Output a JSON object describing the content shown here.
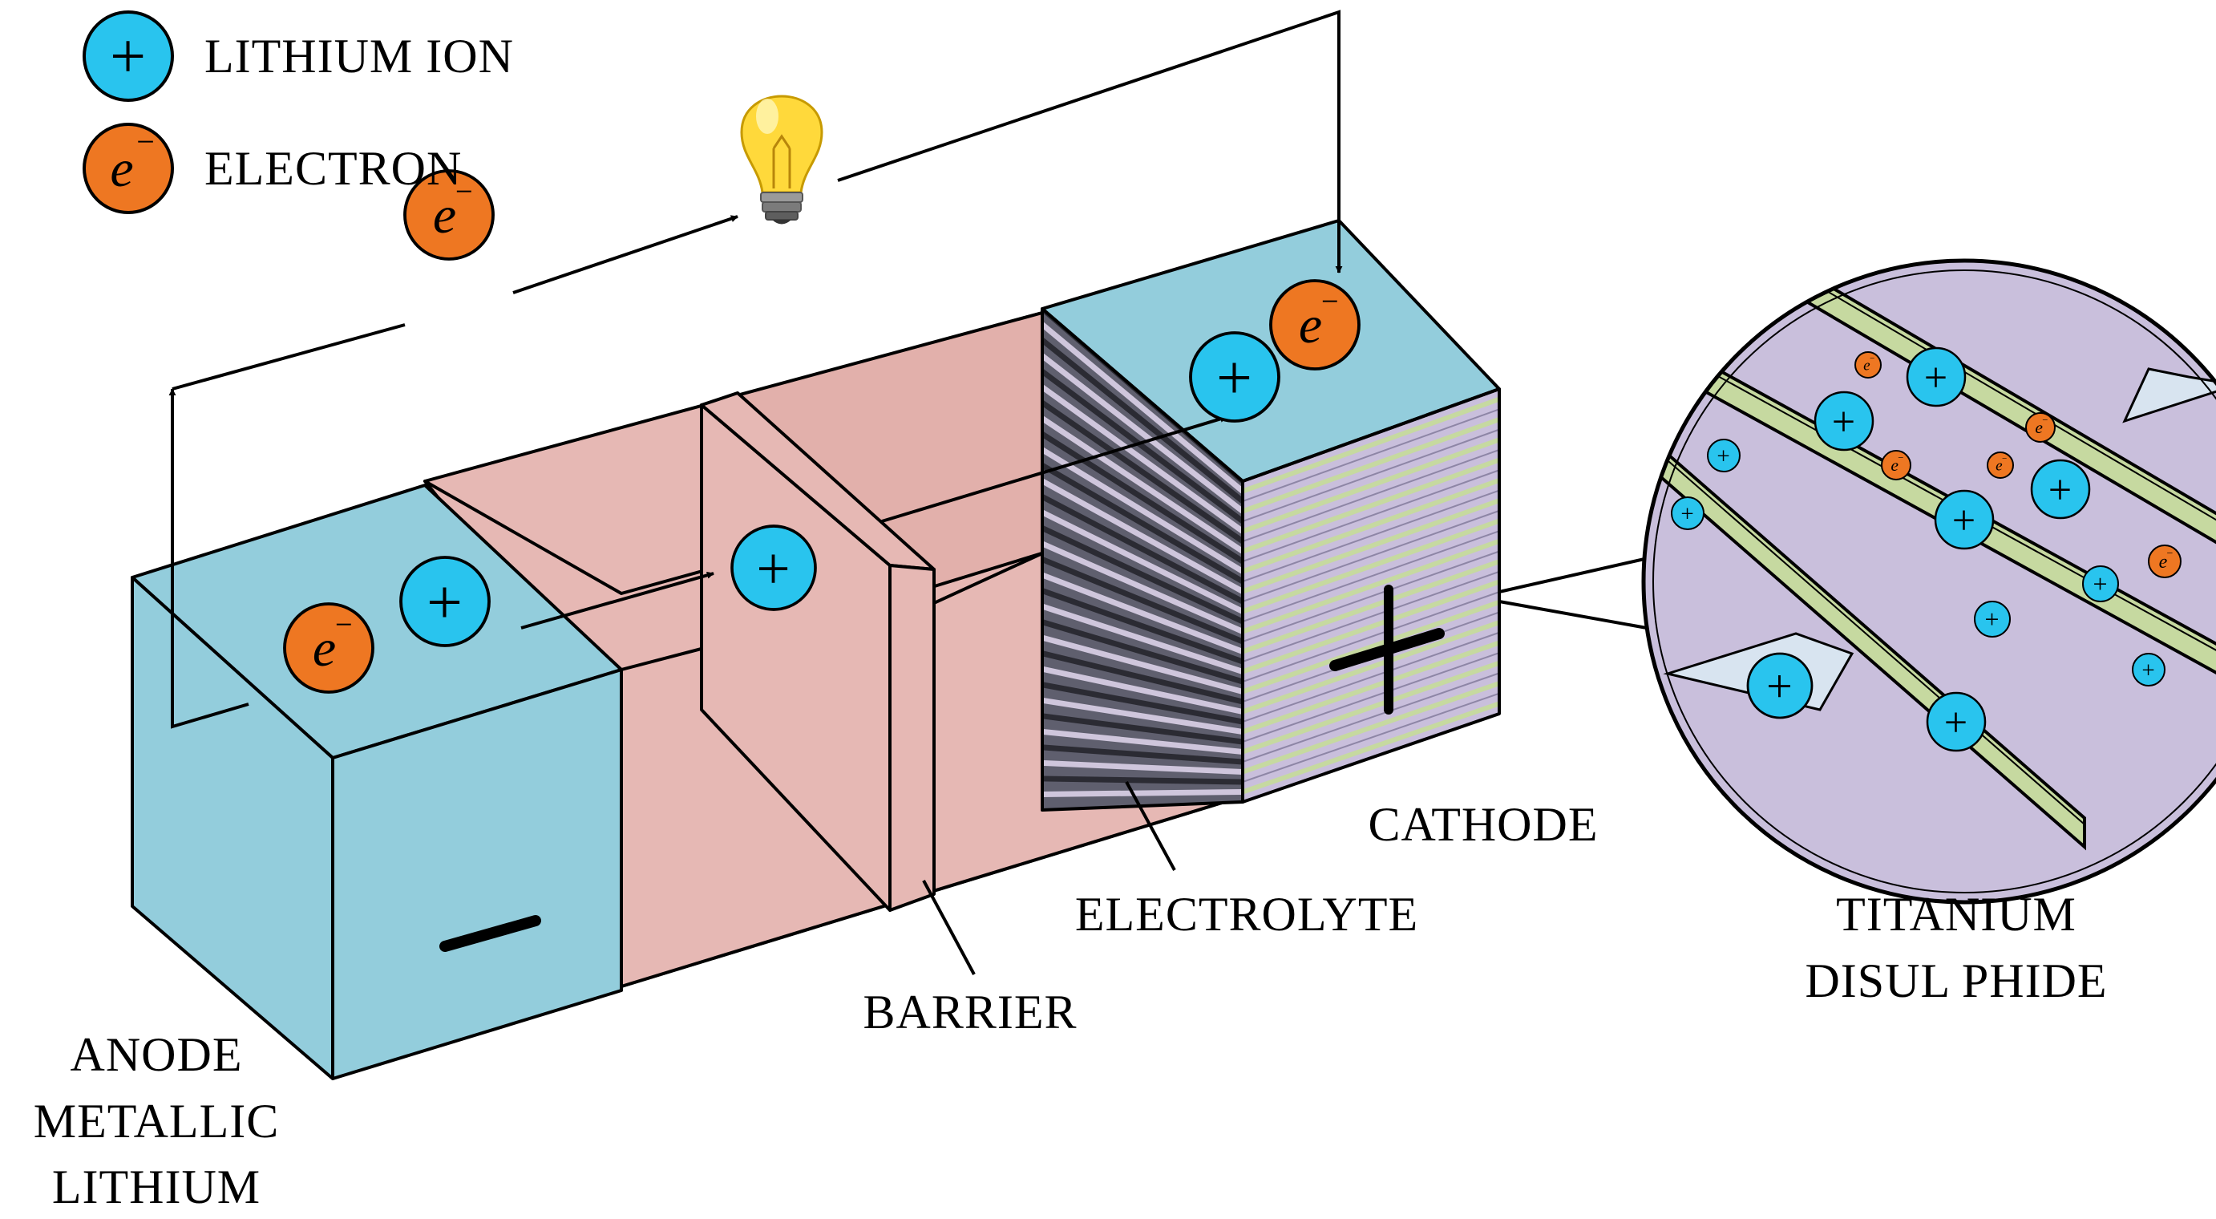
{
  "colors": {
    "lithium_ion": "#29c4ee",
    "electron": "#ee7722",
    "anode": "#93cddc",
    "electrolyte": "#e6b8b4",
    "cathode_layer_purple": "#c9bfdc",
    "cathode_layer_green": "#c6d9a0",
    "arrow_fill": "#d8e4f0"
  },
  "legend": {
    "lithium_ion": {
      "symbol": "+",
      "label": "LITHIUM ION"
    },
    "electron": {
      "symbol": "e",
      "superscript": "−",
      "label": "ELECTRON"
    }
  },
  "labels": {
    "anode": [
      "ANODE",
      "METALLIC",
      "LITHIUM"
    ],
    "barrier": "BARRIER",
    "electrolyte": "ELECTROLYTE",
    "cathode": "CATHODE",
    "titanium": [
      "TITANIUM",
      "DISUL PHIDE"
    ]
  },
  "terminals": {
    "anode": "−",
    "cathode": "+"
  },
  "icons": {
    "load": "light-bulb-icon"
  }
}
